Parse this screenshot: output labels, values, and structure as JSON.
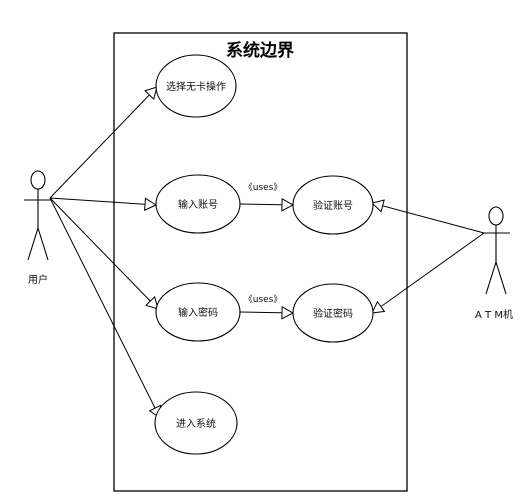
{
  "system": {
    "title": "系统边界"
  },
  "actors": {
    "user": {
      "label": "用户"
    },
    "atm": {
      "label": "A T M机"
    }
  },
  "use_cases": {
    "select_cardless": "选择无卡操作",
    "input_account": "输入账号",
    "verify_account": "验证账号",
    "input_password": "输入密码",
    "verify_password": "验证密码",
    "enter_system": "进入系统"
  },
  "stereotypes": {
    "uses_1": "《uses》",
    "uses_2": "《uses》"
  }
}
